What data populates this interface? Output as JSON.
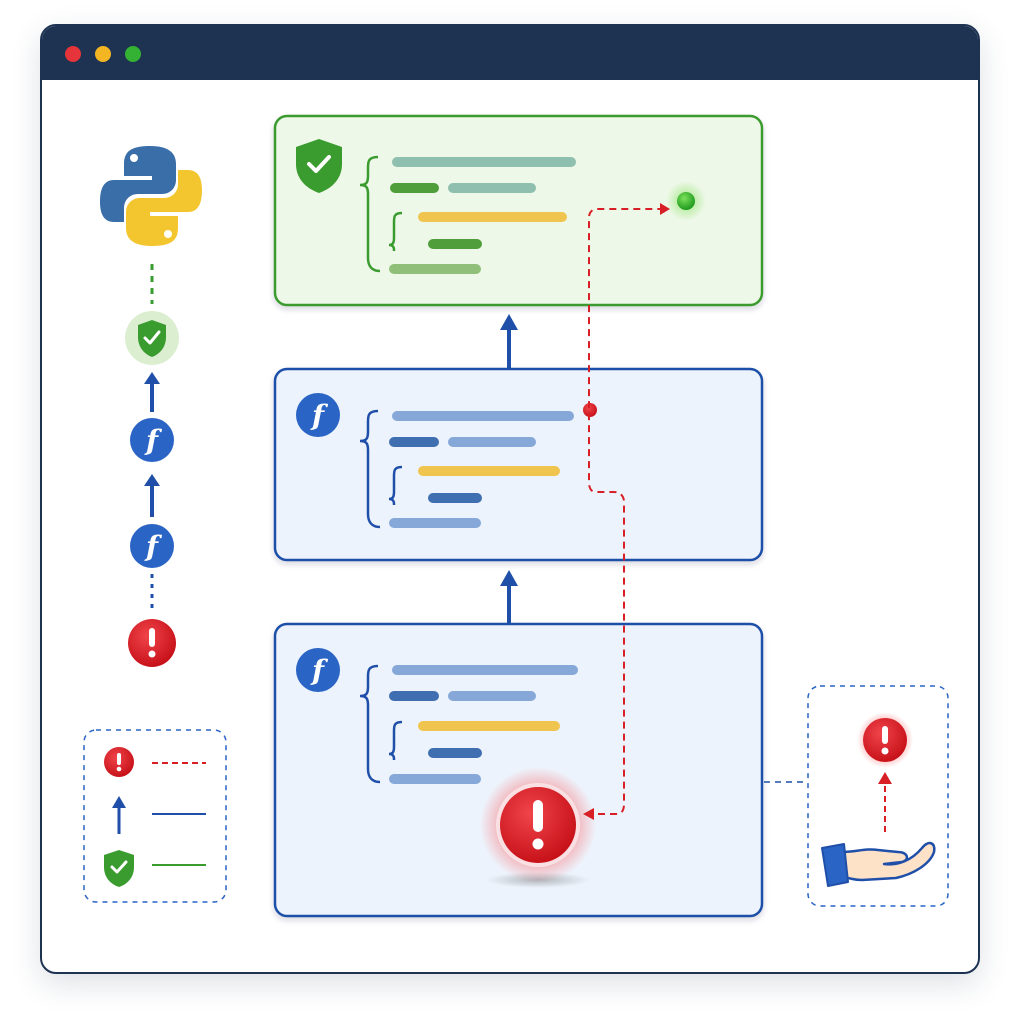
{
  "window": {
    "controls": [
      {
        "name": "close",
        "color": "#e5343a"
      },
      {
        "name": "minimize",
        "color": "#f3b622"
      },
      {
        "name": "maximize",
        "color": "#34b233"
      }
    ]
  },
  "icons": {
    "python_logo": "python-logo-icon",
    "handled": "shield-check-icon",
    "frame": "function-icon",
    "error": "exclamation-icon",
    "catch": "open-hand-icon"
  },
  "colors": {
    "navy": "#1e3352",
    "blue": "#2a64c4",
    "frame_blue": "#1f4fa8",
    "green": "#3a9b2e",
    "red": "#d81f26",
    "yellow": "#f3c44a",
    "green_panel": "#eef8e8",
    "blue_panel": "#edf3fc"
  },
  "call_stack": {
    "frames": [
      {
        "kind": "handler",
        "icon": "shield-check-icon",
        "status": "handled"
      },
      {
        "kind": "intermediate",
        "icon": "function-icon",
        "status": "propagating"
      },
      {
        "kind": "origin",
        "icon": "function-icon",
        "status": "raised"
      }
    ]
  },
  "legend": [
    {
      "icon": "exclamation-icon",
      "line": "dashed-red"
    },
    {
      "icon": "arrow-up-icon",
      "line": "solid-blue"
    },
    {
      "icon": "shield-check-icon",
      "line": "solid-green"
    }
  ]
}
